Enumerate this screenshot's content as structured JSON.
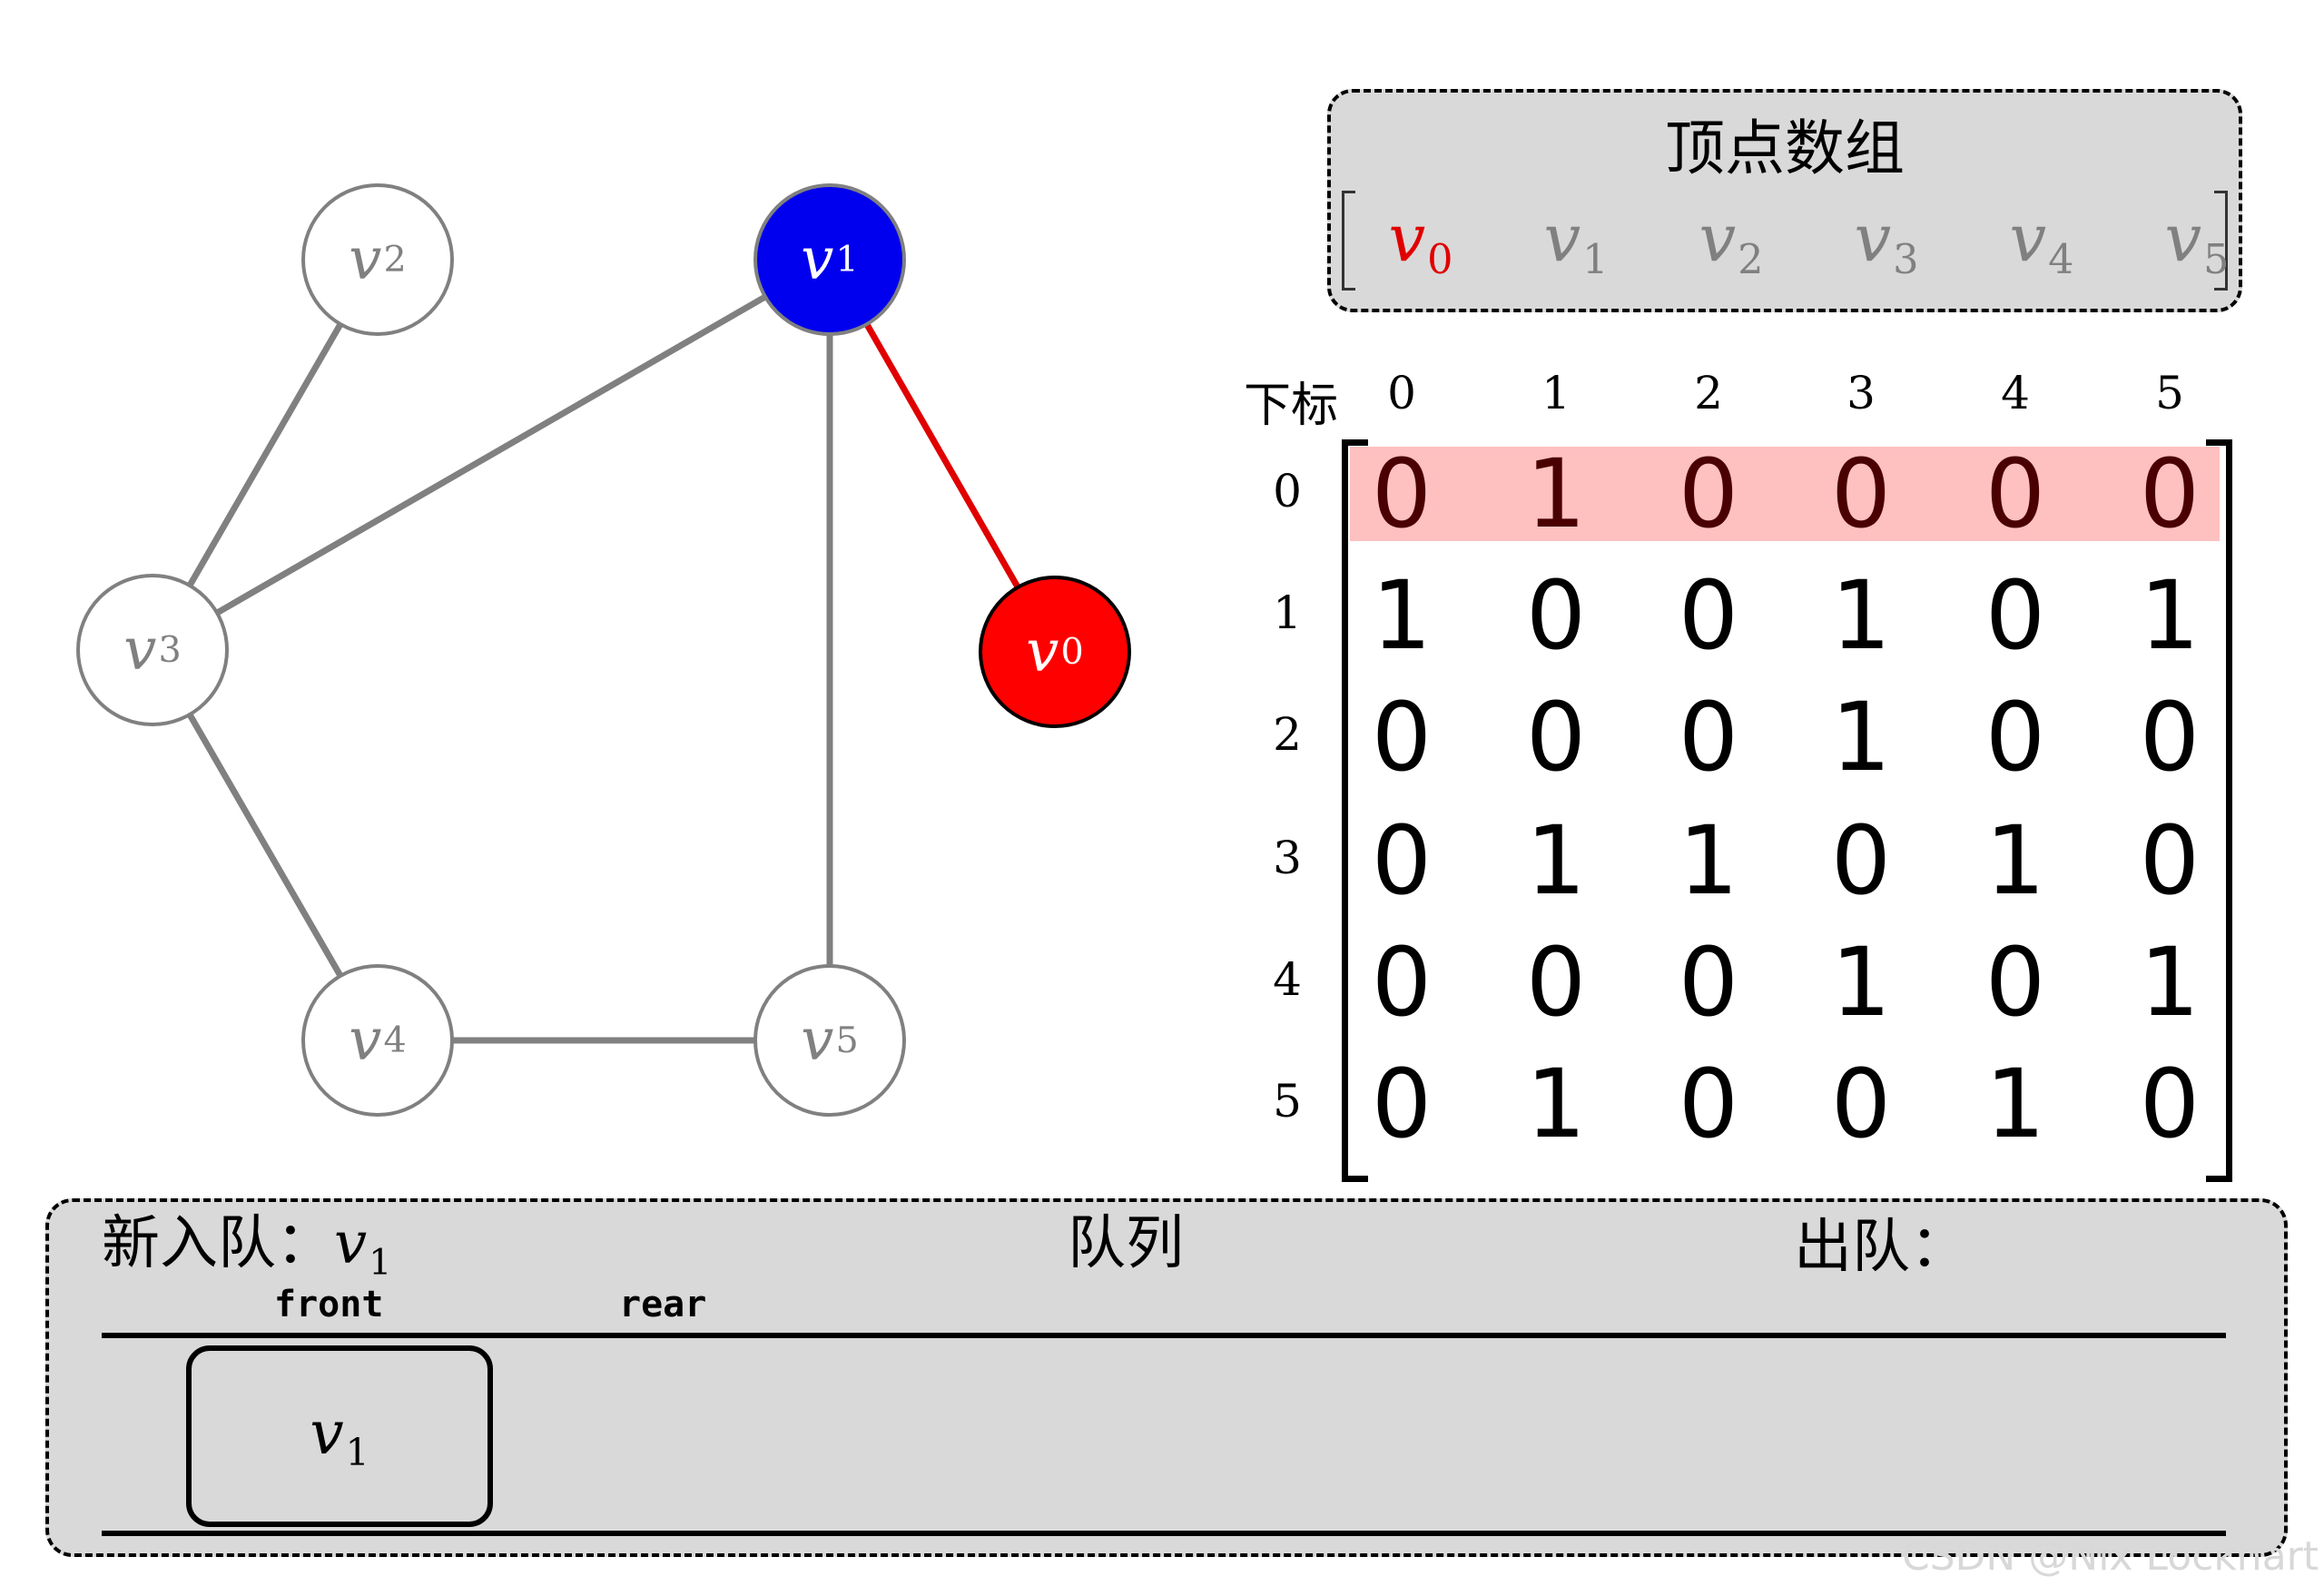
{
  "graph": {
    "nodes": [
      {
        "id": "v0",
        "base": "v",
        "sub": "0",
        "fill": "#ff0000",
        "stroke": "#000000",
        "label_color": "#ffffff"
      },
      {
        "id": "v1",
        "base": "v",
        "sub": "1",
        "fill": "#0000ee",
        "stroke": "#808080",
        "label_color": "#ffffff"
      },
      {
        "id": "v2",
        "base": "v",
        "sub": "2",
        "fill": "#ffffff",
        "stroke": "#808080",
        "label_color": "#808080"
      },
      {
        "id": "v3",
        "base": "v",
        "sub": "3",
        "fill": "#ffffff",
        "stroke": "#808080",
        "label_color": "#808080"
      },
      {
        "id": "v4",
        "base": "v",
        "sub": "4",
        "fill": "#ffffff",
        "stroke": "#808080",
        "label_color": "#808080"
      },
      {
        "id": "v5",
        "base": "v",
        "sub": "5",
        "fill": "#ffffff",
        "stroke": "#808080",
        "label_color": "#808080"
      }
    ],
    "edges": [
      {
        "from": "v2",
        "to": "v3",
        "color": "#808080"
      },
      {
        "from": "v3",
        "to": "v1",
        "color": "#808080"
      },
      {
        "from": "v1",
        "to": "v5",
        "color": "#808080"
      },
      {
        "from": "v3",
        "to": "v4",
        "color": "#808080"
      },
      {
        "from": "v4",
        "to": "v5",
        "color": "#808080"
      },
      {
        "from": "v1",
        "to": "v0",
        "color": "#e00000"
      }
    ]
  },
  "vertex_array": {
    "title": "顶点数组",
    "items": [
      {
        "base": "v",
        "sub": "0",
        "highlight": true
      },
      {
        "base": "v",
        "sub": "1",
        "highlight": false
      },
      {
        "base": "v",
        "sub": "2",
        "highlight": false
      },
      {
        "base": "v",
        "sub": "3",
        "highlight": false
      },
      {
        "base": "v",
        "sub": "4",
        "highlight": false
      },
      {
        "base": "v",
        "sub": "5",
        "highlight": false
      }
    ]
  },
  "matrix": {
    "index_label": "下标",
    "col_indices": [
      "0",
      "1",
      "2",
      "3",
      "4",
      "5"
    ],
    "row_indices": [
      "0",
      "1",
      "2",
      "3",
      "4",
      "5"
    ],
    "highlight_row": 0,
    "highlight_color": "#ffc0c0",
    "rows": [
      [
        "0",
        "1",
        "0",
        "0",
        "0",
        "0"
      ],
      [
        "1",
        "0",
        "0",
        "1",
        "0",
        "1"
      ],
      [
        "0",
        "0",
        "0",
        "1",
        "0",
        "0"
      ],
      [
        "0",
        "1",
        "1",
        "0",
        "1",
        "0"
      ],
      [
        "0",
        "0",
        "0",
        "1",
        "0",
        "1"
      ],
      [
        "0",
        "1",
        "0",
        "0",
        "1",
        "0"
      ]
    ]
  },
  "queue": {
    "new_enqueue_label": "新入队：",
    "new_enqueue_base": "v",
    "new_enqueue_sub": "1",
    "title": "队列",
    "dequeue_label": "出队：",
    "front_label": "front",
    "rear_label": "rear",
    "items": [
      {
        "base": "v",
        "sub": "1"
      }
    ]
  },
  "watermark": "CSDN @Nix Lockhart"
}
